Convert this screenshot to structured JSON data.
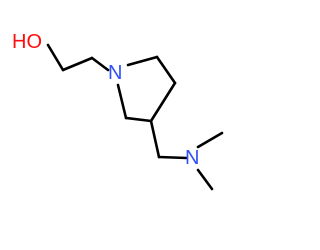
{
  "structure": {
    "atoms": {
      "hydroxyl": {
        "text": "HO",
        "element": "O",
        "color": "#ff0d0d"
      },
      "ring_nitrogen": {
        "text": "N",
        "element": "N",
        "color": "#3050f8"
      },
      "amine_nitrogen": {
        "text": "N",
        "element": "N",
        "color": "#3050f8"
      }
    },
    "bond_color": "#000000",
    "background": "#ffffff"
  }
}
